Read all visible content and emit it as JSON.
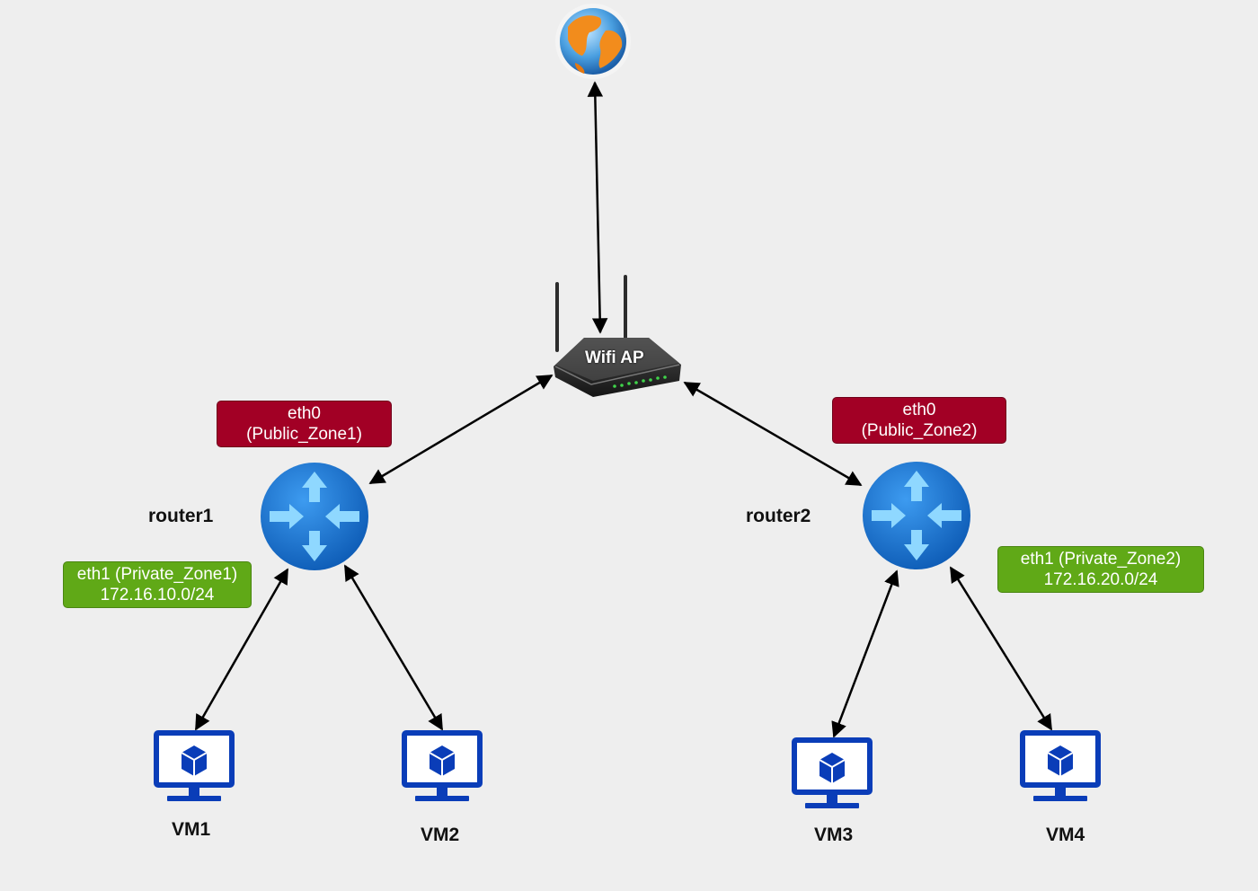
{
  "diagram": {
    "wifi_ap": {
      "label": "Wifi AP"
    },
    "routers": [
      {
        "name": "router1",
        "public_iface": {
          "line1": "eth0",
          "line2": "(Public_Zone1)"
        },
        "private_iface": {
          "line1": "eth1 (Private_Zone1)",
          "line2": "172.16.10.0/24"
        }
      },
      {
        "name": "router2",
        "public_iface": {
          "line1": "eth0",
          "line2": "(Public_Zone2)"
        },
        "private_iface": {
          "line1": "eth1 (Private_Zone2)",
          "line2": "172.16.20.0/24"
        }
      }
    ],
    "vms": [
      {
        "name": "VM1"
      },
      {
        "name": "VM2"
      },
      {
        "name": "VM3"
      },
      {
        "name": "VM4"
      }
    ],
    "colors": {
      "public_tag": "#a20025",
      "private_tag": "#60a917",
      "router": "#1a6fd1",
      "vm": "#0a3db8",
      "connector": "#000000"
    },
    "connections": [
      [
        "internet",
        "wifi-ap"
      ],
      [
        "wifi-ap",
        "router1"
      ],
      [
        "wifi-ap",
        "router2"
      ],
      [
        "router1",
        "VM1"
      ],
      [
        "router1",
        "VM2"
      ],
      [
        "router2",
        "VM3"
      ],
      [
        "router2",
        "VM4"
      ]
    ]
  }
}
